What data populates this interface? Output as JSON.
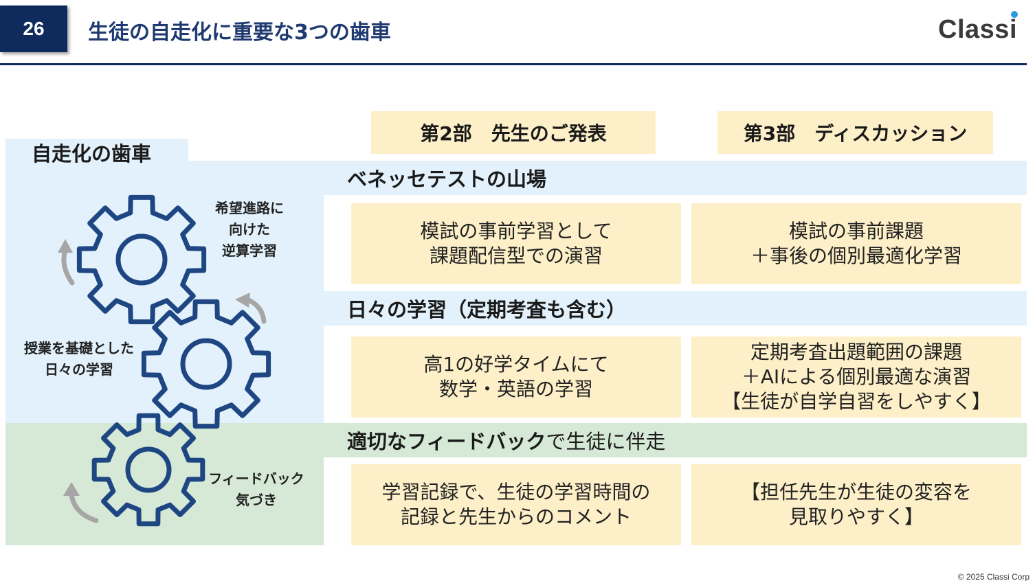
{
  "header": {
    "page_number": "26",
    "title": "生徒の自走化に重要な3つの歯車",
    "logo_text": "Class",
    "logo_i": "i"
  },
  "columns": {
    "part2": "第2部　先生のご発表",
    "part3": "第3部　ディスカッション"
  },
  "gear_section": {
    "title": "自走化の歯車",
    "labels": [
      "希望進路に\n向けた\n逆算学習",
      "授業を基礎とした\n日々の学習",
      "フィードバック\n気づき"
    ]
  },
  "rows": [
    {
      "heading": "ベネッセテストの山場",
      "part2": "模試の事前学習として\n課題配信型での演習",
      "part3": "模試の事前課題\n＋事後の個別最適化学習"
    },
    {
      "heading": "日々の学習（定期考査も含む）",
      "part2": "高1の好学タイムにて\n数学・英語の学習",
      "part3": "定期考査出題範囲の課題\n＋AIによる個別最適な演習\n【生徒が自学自習をしやすく】"
    },
    {
      "heading_bold": "適切なフィードバック",
      "heading_normal": "で生徒に伴走",
      "part2": "学習記録で、生徒の学習時間の\n記録と先生からのコメント",
      "part3": "【担任先生が生徒の変容を\n見取りやすく】"
    }
  ],
  "footer": {
    "copyright": "© 2025 Classi Corp"
  },
  "colors": {
    "navy": "#0f2a5c",
    "title_blue": "#1f3a70",
    "gear_blue": "#1e4683",
    "light_blue": "#e2f1fb",
    "light_green": "#d6e9d6",
    "cream": "#fdf0c8",
    "arrow_gray": "#a6a6a6",
    "logo_accent": "#2b9be0"
  },
  "icons": [
    "gear-icon",
    "rotation-arrow-icon"
  ]
}
